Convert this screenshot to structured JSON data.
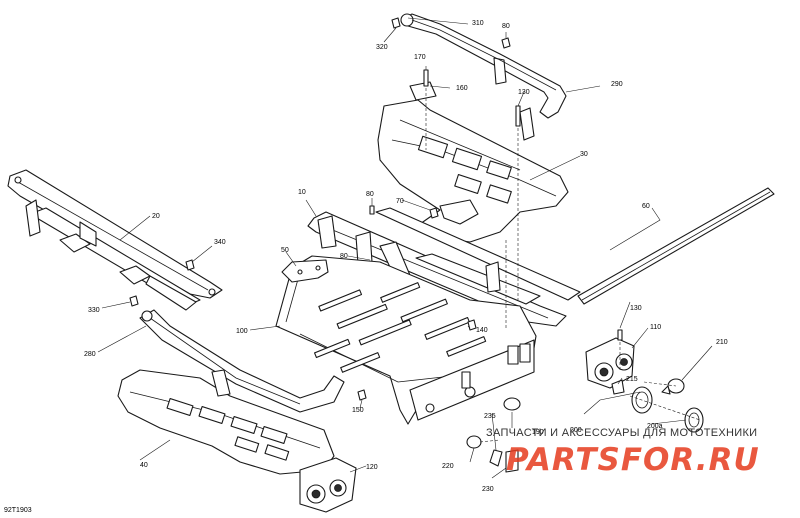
{
  "diagram": {
    "ref_code": "92T1903",
    "callouts": {
      "c10": "10",
      "c20": "20",
      "c30": "30",
      "c40": "40",
      "c50": "50",
      "c60": "60",
      "c70": "70",
      "c80a": "80",
      "c80b": "80",
      "c80c": "80",
      "c100": "100",
      "c110": "110",
      "c120": "120",
      "c130a": "130",
      "c130b": "130",
      "c140": "140",
      "c150": "150",
      "c160": "160",
      "c170": "170",
      "c190": "190",
      "c200": "200",
      "c200a": "200a",
      "c210": "210",
      "c215": "215",
      "c220": "220",
      "c230": "230",
      "c235": "235",
      "c280": "280",
      "c290": "290",
      "c310": "310",
      "c320": "320",
      "c330": "330",
      "c340": "340"
    }
  },
  "watermark": {
    "caption": "ЗАПЧАСТИ И АКСЕССУАРЫ ДЛЯ МОТОТЕХНИКИ",
    "logo": "PARTSFOR.RU"
  },
  "colors": {
    "ink": "#1a1a1a",
    "logo": "#e63c1e"
  }
}
